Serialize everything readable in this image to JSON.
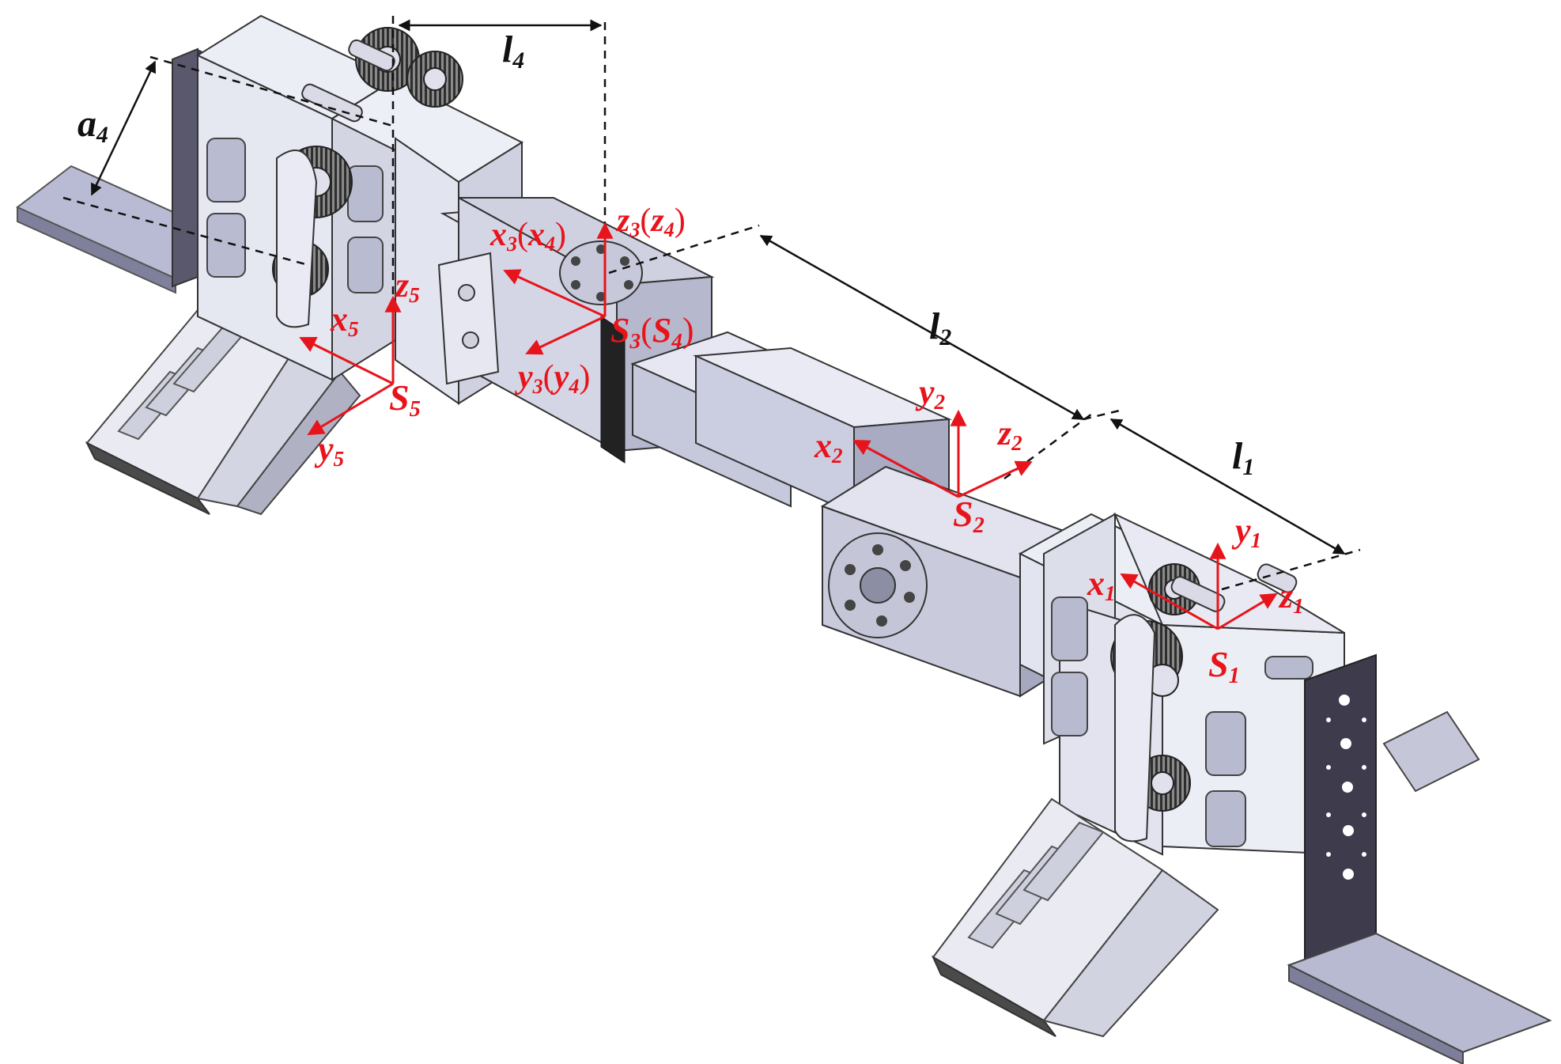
{
  "figure": {
    "dimension_labels": {
      "a4": {
        "base": "a",
        "sub": "4"
      },
      "l4": {
        "base": "l",
        "sub": "4"
      },
      "l2": {
        "base": "l",
        "sub": "2"
      },
      "l1": {
        "base": "l",
        "sub": "1"
      }
    },
    "frames": {
      "S1": {
        "origin": {
          "base": "S",
          "sub": "1"
        },
        "x": {
          "base": "x",
          "sub": "1"
        },
        "y": {
          "base": "y",
          "sub": "1"
        },
        "z": {
          "base": "z",
          "sub": "1"
        }
      },
      "S2": {
        "origin": {
          "base": "S",
          "sub": "2"
        },
        "x": {
          "base": "x",
          "sub": "2"
        },
        "y": {
          "base": "y",
          "sub": "2"
        },
        "z": {
          "base": "z",
          "sub": "2"
        }
      },
      "S34": {
        "origin": {
          "base": "S",
          "sub": "3",
          "alt_base": "S",
          "alt_sub": "4"
        },
        "x": {
          "base": "x",
          "sub": "3",
          "alt_base": "x",
          "alt_sub": "4"
        },
        "y": {
          "base": "y",
          "sub": "3",
          "alt_base": "y",
          "alt_sub": "4"
        },
        "z": {
          "base": "z",
          "sub": "3",
          "alt_base": "z",
          "alt_sub": "4"
        }
      },
      "S5": {
        "origin": {
          "base": "S",
          "sub": "5"
        },
        "x": {
          "base": "x",
          "sub": "5"
        },
        "y": {
          "base": "y",
          "sub": "5"
        },
        "z": {
          "base": "z",
          "sub": "5"
        }
      }
    },
    "colors": {
      "frame_axes": "#e8141b",
      "dimension": "#111111",
      "metal_light": "#e4e6f0",
      "metal_mid": "#c9cbdc",
      "metal_dark": "#9a9cb4",
      "servo_body": "#b9bbd2",
      "foot_pad": "#555555",
      "gear": "#3a3a3a",
      "bracket_dark": "#3d3b4c"
    },
    "icons": [
      "gear-icon",
      "servo-horn-icon",
      "foot-pad-icon"
    ]
  }
}
